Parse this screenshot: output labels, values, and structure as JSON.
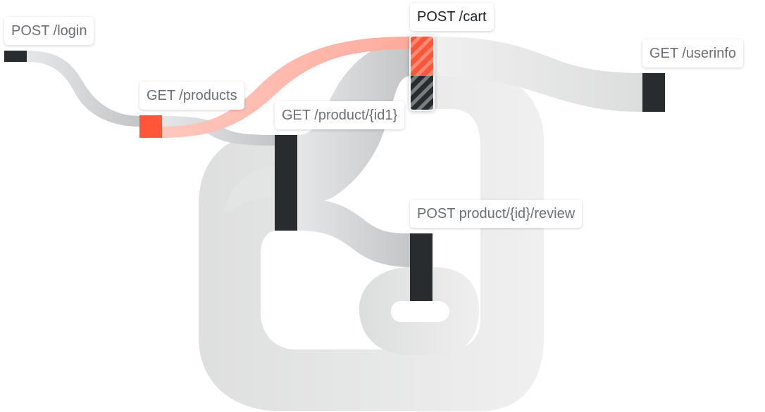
{
  "diagram": {
    "type": "flow",
    "colors": {
      "node": "#282c2f",
      "highlight": "#ff5538",
      "highlight_link": "#ffb3a6",
      "link": "#d8d9da",
      "label_text": "#6b6f73",
      "label_text_active": "#1f2326"
    },
    "nodes": [
      {
        "id": "login",
        "label": "POST /login",
        "state": "normal"
      },
      {
        "id": "products",
        "label": "GET /products",
        "state": "highlighted"
      },
      {
        "id": "product",
        "label": "GET /product/{id1}",
        "state": "normal"
      },
      {
        "id": "cart",
        "label": "POST /cart",
        "state": "selected"
      },
      {
        "id": "userinfo",
        "label": "GET /userinfo",
        "state": "normal"
      },
      {
        "id": "review",
        "label": "POST product/{id}/review",
        "state": "normal"
      }
    ],
    "links": [
      {
        "from": "login",
        "to": "products",
        "highlighted": false
      },
      {
        "from": "products",
        "to": "cart",
        "highlighted": true
      },
      {
        "from": "products",
        "to": "product",
        "highlighted": false
      },
      {
        "from": "product",
        "to": "cart",
        "highlighted": false
      },
      {
        "from": "product",
        "to": "product",
        "highlighted": false
      },
      {
        "from": "product",
        "to": "review",
        "highlighted": false
      },
      {
        "from": "cart",
        "to": "userinfo",
        "highlighted": false
      },
      {
        "from": "cart",
        "to": "product",
        "highlighted": false
      },
      {
        "from": "review",
        "to": "review",
        "highlighted": false
      }
    ]
  }
}
